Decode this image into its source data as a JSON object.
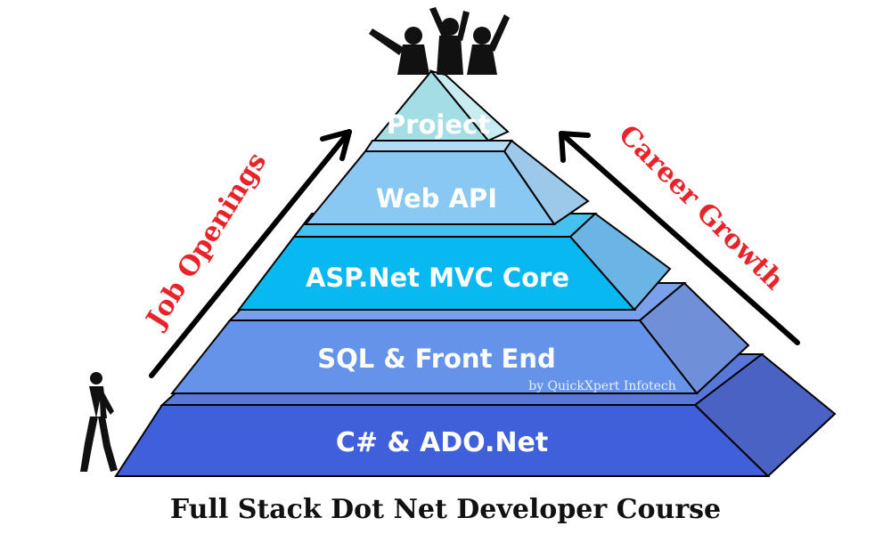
{
  "colors": {
    "tier_csharp": "#3f5fdb",
    "tier_sql": "#6693ea",
    "tier_mvc": "#08b8f0",
    "tier_webapi": "#88c8f2",
    "tier_project": "#a4dde4",
    "accent_red": "#e8232a",
    "outline": "#000000"
  },
  "tiers": {
    "project": "Project",
    "webapi": "Web API",
    "mvc": "ASP.Net MVC Core",
    "sql": "SQL & Front End",
    "csharp": "C# & ADO.Net"
  },
  "left_label": "Job Openings",
  "right_label": "Career Growth",
  "watermark": "by QuickXpert Infotech",
  "footer_title": "Full Stack Dot Net Developer Course",
  "icons": [
    "walking-person-icon",
    "celebrating-group-icon",
    "up-arrow-icon"
  ]
}
